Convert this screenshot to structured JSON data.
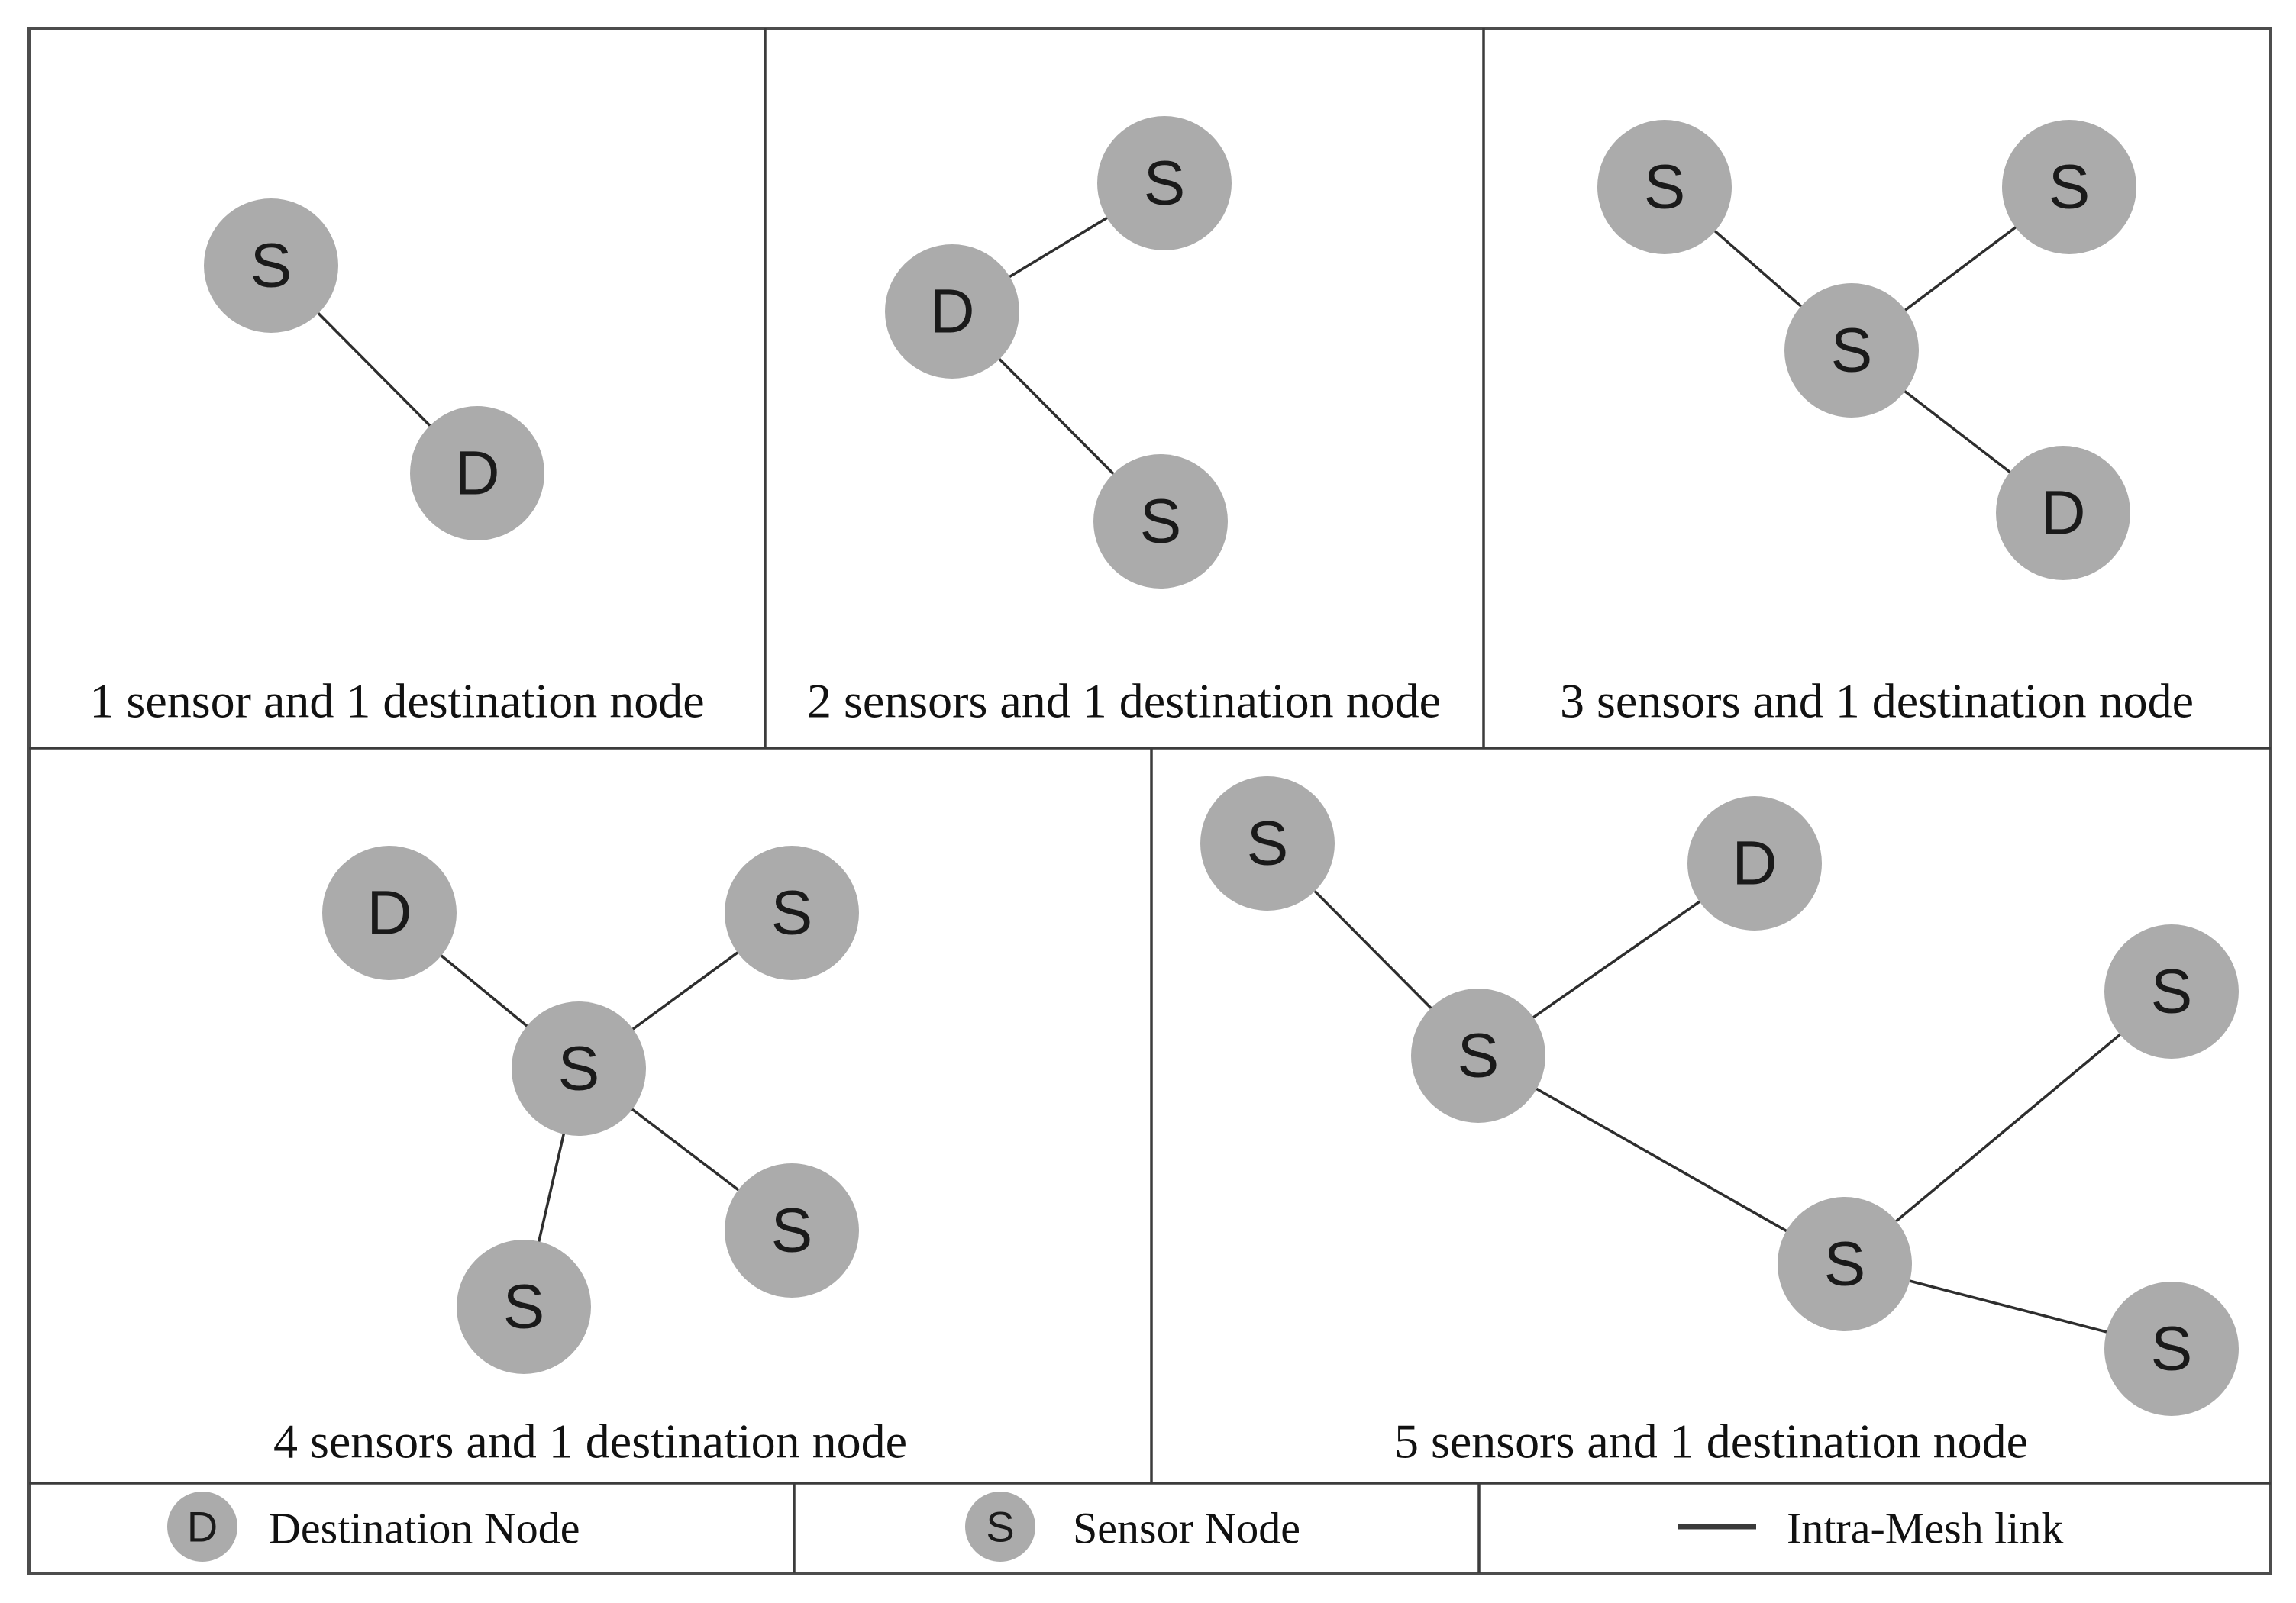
{
  "figure": {
    "panels": [
      {
        "caption": "1 sensor and 1 destination node",
        "nodes": [
          {
            "type": "sensor",
            "label": "S"
          },
          {
            "type": "destination",
            "label": "D"
          }
        ],
        "edges": [
          [
            0,
            1
          ]
        ]
      },
      {
        "caption": "2 sensors and 1 destination node",
        "nodes": [
          {
            "type": "sensor",
            "label": "S"
          },
          {
            "type": "destination",
            "label": "D"
          },
          {
            "type": "sensor",
            "label": "S"
          }
        ],
        "edges": [
          [
            1,
            0
          ],
          [
            1,
            2
          ]
        ]
      },
      {
        "caption": "3 sensors and 1 destination node",
        "nodes": [
          {
            "type": "sensor",
            "label": "S"
          },
          {
            "type": "sensor",
            "label": "S"
          },
          {
            "type": "sensor",
            "label": "S"
          },
          {
            "type": "destination",
            "label": "D"
          }
        ],
        "edges": [
          [
            0,
            2
          ],
          [
            1,
            2
          ],
          [
            2,
            3
          ]
        ]
      },
      {
        "caption": "4 sensors and 1 destination node",
        "nodes": [
          {
            "type": "destination",
            "label": "D"
          },
          {
            "type": "sensor",
            "label": "S"
          },
          {
            "type": "sensor",
            "label": "S"
          },
          {
            "type": "sensor",
            "label": "S"
          },
          {
            "type": "sensor",
            "label": "S"
          }
        ],
        "edges": [
          [
            0,
            2
          ],
          [
            1,
            2
          ],
          [
            2,
            3
          ],
          [
            2,
            4
          ]
        ]
      },
      {
        "caption": "5 sensors and 1 destination node",
        "nodes": [
          {
            "type": "sensor",
            "label": "S"
          },
          {
            "type": "destination",
            "label": "D"
          },
          {
            "type": "sensor",
            "label": "S"
          },
          {
            "type": "sensor",
            "label": "S"
          },
          {
            "type": "sensor",
            "label": "S"
          },
          {
            "type": "sensor",
            "label": "S"
          }
        ],
        "edges": [
          [
            0,
            2
          ],
          [
            2,
            1
          ],
          [
            2,
            4
          ],
          [
            4,
            3
          ],
          [
            4,
            5
          ]
        ]
      }
    ],
    "legend": {
      "items": [
        {
          "symbol": "D",
          "label": "Destination Node"
        },
        {
          "symbol": "S",
          "label": "Sensor Node"
        },
        {
          "symbol": "line",
          "label": "Intra-Mesh link"
        }
      ]
    },
    "colors": {
      "node_fill": "#ababab",
      "node_label": "#1a1a1a",
      "link": "#2e2e2e",
      "border": "#4d4d4d",
      "background": "#ffffff"
    }
  }
}
